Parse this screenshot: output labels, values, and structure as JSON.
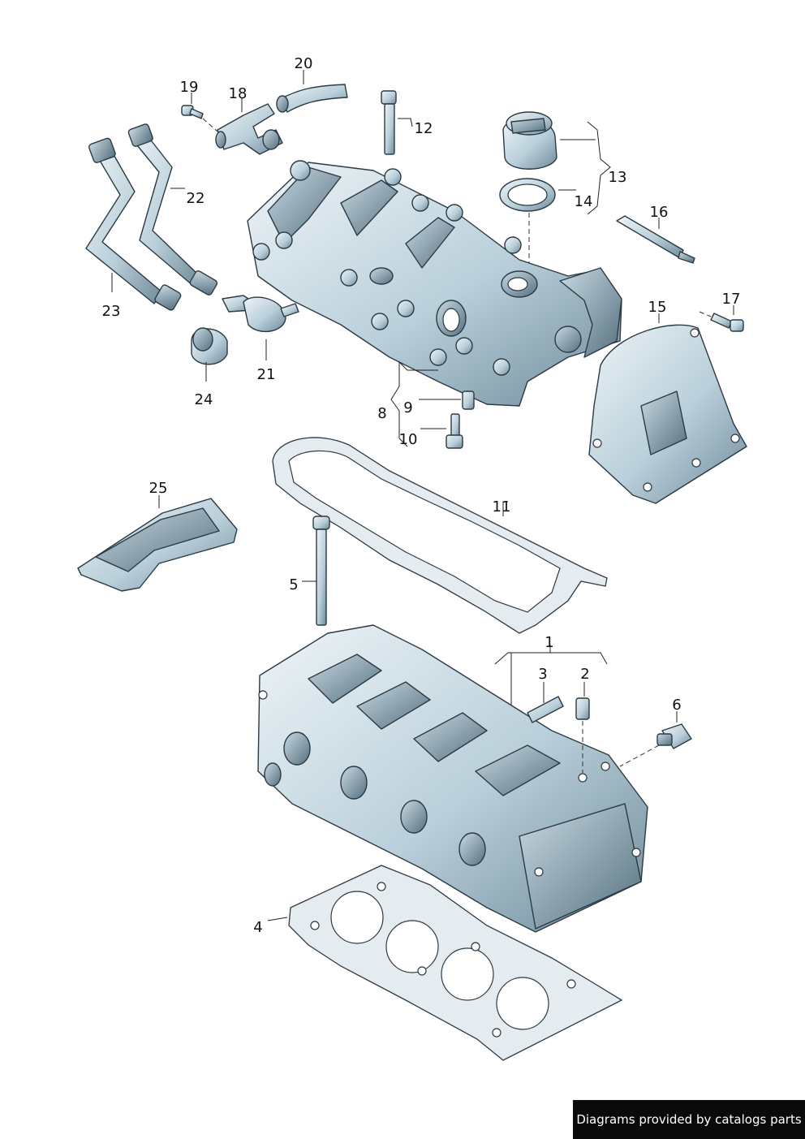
{
  "callouts": {
    "c1": "1",
    "c2": "2",
    "c3": "3",
    "c4": "4",
    "c5": "5",
    "c6": "6",
    "c8": "8",
    "c9": "9",
    "c10": "10",
    "c11": "11",
    "c12": "12",
    "c13": "13",
    "c14": "14",
    "c15": "15",
    "c16": "16",
    "c17": "17",
    "c18": "18",
    "c19": "19",
    "c20": "20",
    "c21": "21",
    "c22": "22",
    "c23": "23",
    "c24": "24",
    "c25": "25"
  },
  "footer": {
    "credit": "Diagrams provided by catalogs parts"
  },
  "colors": {
    "steel_light": "#eef4f7",
    "steel_mid": "#b9cfda",
    "steel_dark": "#6f8a99",
    "outline": "#2b3a44"
  }
}
